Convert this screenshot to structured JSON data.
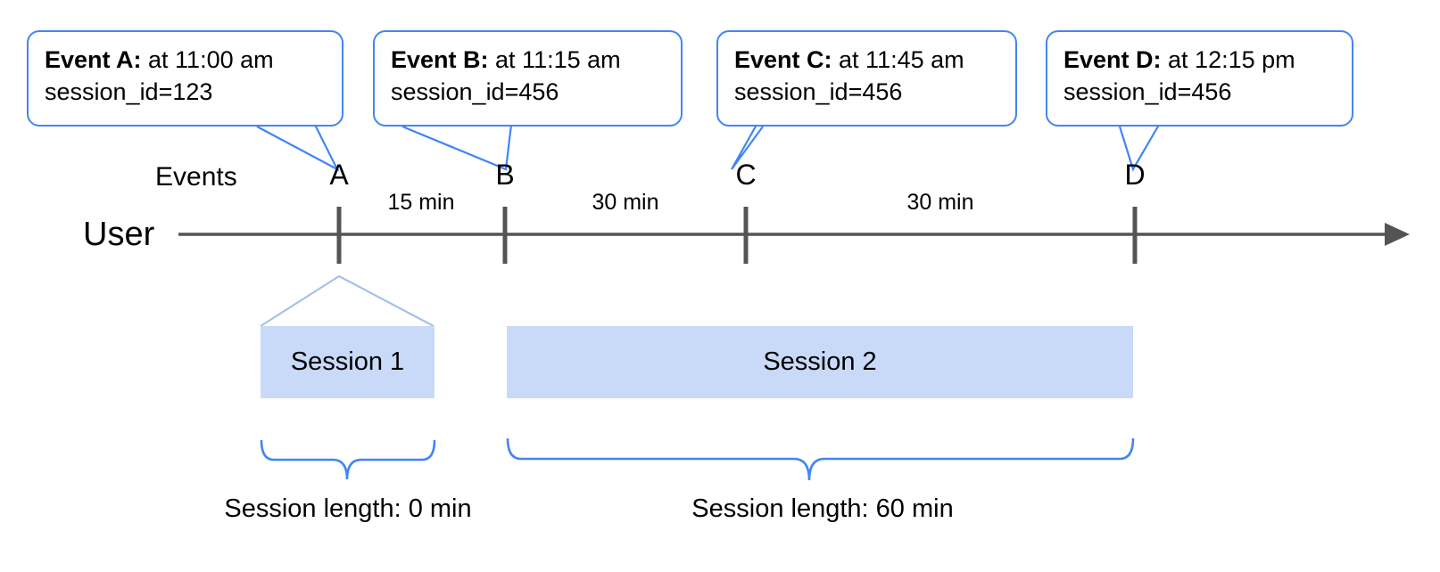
{
  "diagram": {
    "row_labels": {
      "events": "Events",
      "user": "User"
    },
    "colors": {
      "callout_border": "#4285f4",
      "session_fill": "#c9daf8",
      "axis": "#545454",
      "brace": "#4285f4",
      "session_edge": "#a6c0ea"
    },
    "callouts": [
      {
        "name": "Event A:",
        "time": " at 11:00 am",
        "session_id": "session_id=123"
      },
      {
        "name": "Event B:",
        "time": " at 11:15 am",
        "session_id": "session_id=456"
      },
      {
        "name": "Event C:",
        "time": " at 11:45 am",
        "session_id": "session_id=456"
      },
      {
        "name": "Event D:",
        "time": " at 12:15 pm",
        "session_id": "session_id=456"
      }
    ],
    "events": [
      {
        "letter": "A"
      },
      {
        "letter": "B"
      },
      {
        "letter": "C"
      },
      {
        "letter": "D"
      }
    ],
    "gaps": [
      {
        "label": "15 min"
      },
      {
        "label": "30 min"
      },
      {
        "label": "30 min"
      }
    ],
    "sessions": [
      {
        "label": "Session 1",
        "caption": "Session length: 0 min"
      },
      {
        "label": "Session 2",
        "caption": "Session length: 60 min"
      }
    ]
  }
}
